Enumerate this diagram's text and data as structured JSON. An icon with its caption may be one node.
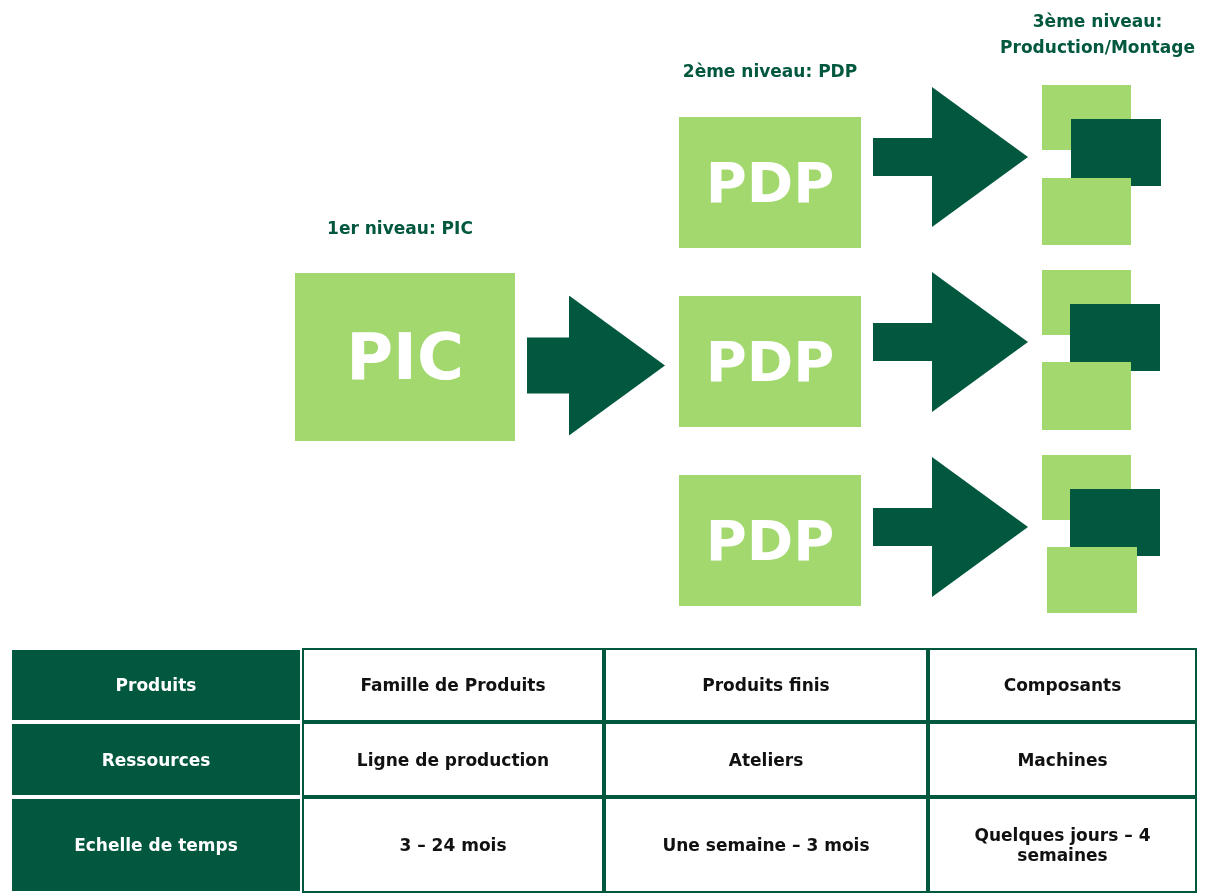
{
  "diagram": {
    "nodes": [
      {
        "text": [
          "PIC"
        ]
      },
      {
        "text": [
          "PDP"
        ]
      },
      {
        "text": [
          "PDP"
        ]
      },
      {
        "text": [
          "PDP"
        ]
      },
      {
        "text": [],
        "shape": "box"
      },
      {
        "text": [],
        "shape": "box"
      },
      {
        "text": [],
        "shape": "box"
      }
    ],
    "edges": [
      {
        "from": 0,
        "to": 2,
        "arrow": "to"
      },
      {
        "from": 1,
        "to": 4,
        "arrow": "to"
      },
      {
        "from": 2,
        "to": 5,
        "arrow": "to"
      },
      {
        "from": 3,
        "to": 6,
        "arrow": "to"
      }
    ],
    "labels": [
      "1er niveau: PIC",
      "2ème niveau: PDP",
      "3ème niveau: Production/Montage",
      "Produits",
      "Famille de Produits",
      "Produits finis",
      "Composants",
      "Ressources",
      "Ligne de production",
      "Ateliers",
      "Machines",
      "Echelle de temps",
      "3 – 24 mois",
      "Une semaine – 3 mois",
      "Quelques jours – 4 semaines"
    ]
  }
}
